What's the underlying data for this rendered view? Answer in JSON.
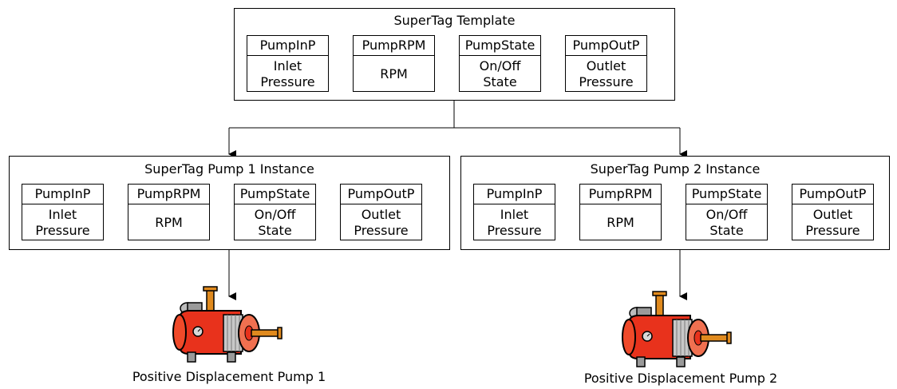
{
  "template": {
    "title": "SuperTag Template",
    "tags": [
      {
        "name": "PumpInP",
        "desc": "Inlet\nPressure"
      },
      {
        "name": "PumpRPM",
        "desc": "RPM"
      },
      {
        "name": "PumpState",
        "desc": "On/Off\nState"
      },
      {
        "name": "PumpOutP",
        "desc": "Outlet\nPressure"
      }
    ]
  },
  "instance1": {
    "title": "SuperTag Pump 1 Instance",
    "tags": [
      {
        "name": "PumpInP",
        "desc": "Inlet\nPressure"
      },
      {
        "name": "PumpRPM",
        "desc": "RPM"
      },
      {
        "name": "PumpState",
        "desc": "On/Off\nState"
      },
      {
        "name": "PumpOutP",
        "desc": "Outlet\nPressure"
      }
    ]
  },
  "instance2": {
    "title": "SuperTag Pump 2 Instance",
    "tags": [
      {
        "name": "PumpInP",
        "desc": "Inlet\nPressure"
      },
      {
        "name": "PumpRPM",
        "desc": "RPM"
      },
      {
        "name": "PumpState",
        "desc": "On/Off\nState"
      },
      {
        "name": "PumpOutP",
        "desc": "Outlet\nPressure"
      }
    ]
  },
  "pumps": [
    {
      "label": "Positive Displacement Pump 1"
    },
    {
      "label": "Positive Displacement Pump 2"
    }
  ]
}
